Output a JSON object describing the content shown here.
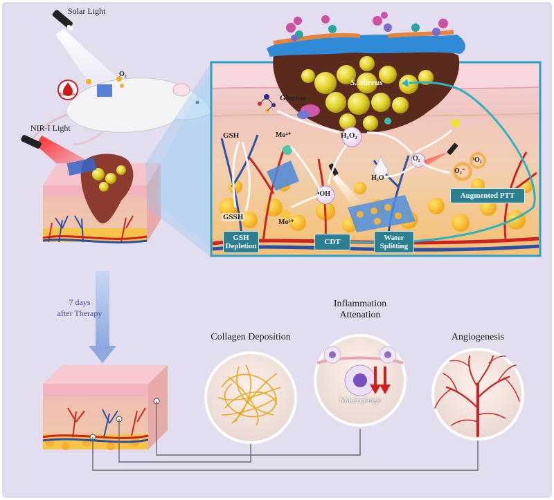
{
  "labels": {
    "solar_light": "Solar Light",
    "o2_top": "O₂",
    "diabetes": "Diabetes",
    "nir_light": "NIR-I Light",
    "s_aureus": "S. aureus",
    "glucose": "Glucose",
    "gsh": "GSH",
    "mo4": "Mo⁴⁺",
    "mo5": "Mo⁵⁺",
    "h2o2": "H₂O₂",
    "oh": "•OH",
    "h2o": "H₂O",
    "o2_mid": "O₂",
    "o2_radical": "O₂⁻",
    "singlet_o2": "¹O₂",
    "gssh": "GSSH",
    "macrophage": "Macrophage"
  },
  "boxes": {
    "augmented_ptt": "Augmented PTT",
    "gsh_depletion": "GSH Depletion",
    "cdt": "CDT",
    "water_splitting": "Water Splitting"
  },
  "timeline": {
    "days": "7 days",
    "after": "after Therapy"
  },
  "outcomes": {
    "collagen": "Collagen Deposition",
    "inflammation": "Inflammation Attenation",
    "angiogenesis": "Angiogenesis"
  },
  "colors": {
    "background": "#e3ddf0",
    "panel_border": "#2a9fc7",
    "box_fill": "#2c7f91",
    "bacteria": "#e8d83a",
    "vessel_red": "#cc2222",
    "vessel_blue": "#2a4fa8",
    "collagen": "#e8a817",
    "arrow_cyan": "#2bb3c0"
  }
}
